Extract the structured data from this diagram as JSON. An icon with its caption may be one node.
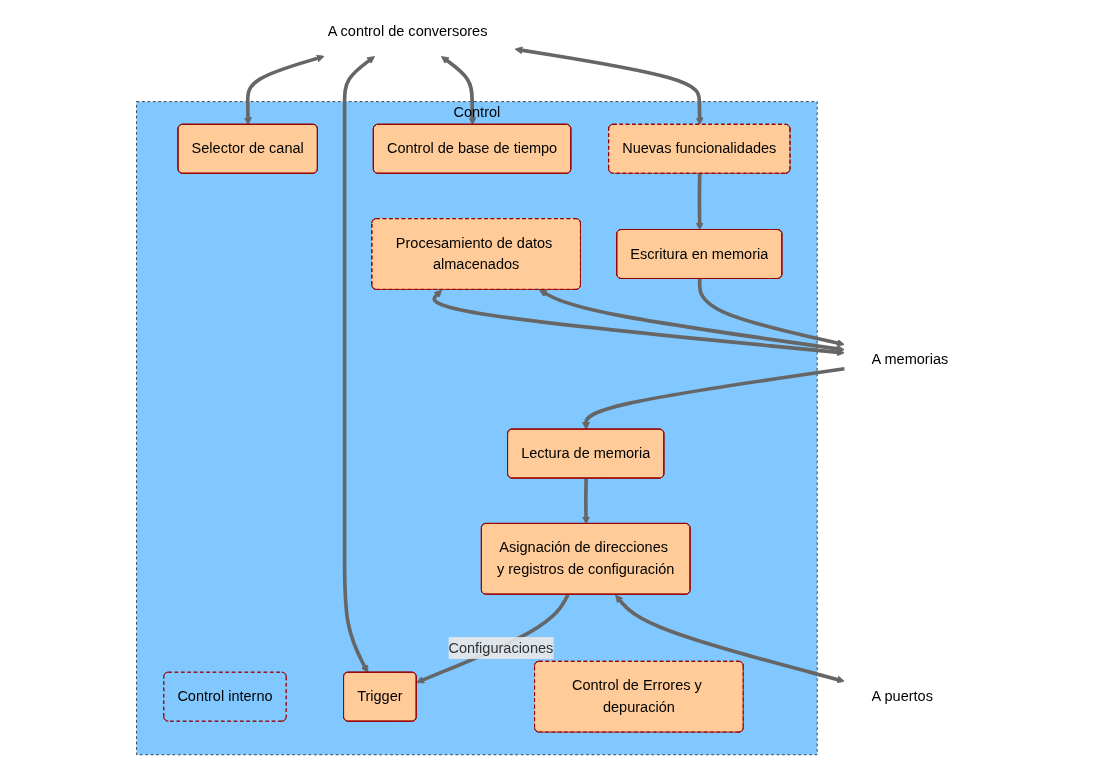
{
  "diagram": {
    "nodes": [
      {
        "text": [
          "Control"
        ]
      },
      {
        "text": [
          "Control interno"
        ],
        "in": 0
      },
      {
        "text": [
          "Selector de canal"
        ],
        "in": 0
      },
      {
        "text": [
          "Trigger"
        ],
        "in": 0
      },
      {
        "text": [
          "Control de base de tiempo"
        ],
        "in": 0
      },
      {
        "text": [
          "Nuevas funcionalidades"
        ],
        "in": 0
      },
      {
        "text": [
          "Control de Errores y depuración"
        ],
        "in": 0
      },
      {
        "text": [
          "Asignación de direcciones y registros de configuración"
        ],
        "in": 0
      },
      {
        "text": [
          "Escritura en memoria"
        ],
        "in": 0
      },
      {
        "text": [
          "Procesamiento de datos almacenados"
        ],
        "in": 0
      },
      {
        "text": [
          "Lectura de memoria"
        ],
        "in": 0
      },
      {
        "text": [
          "A control de conversores"
        ]
      },
      {
        "text": [
          "A puertos"
        ]
      },
      {
        "text": [
          "A memorias"
        ]
      }
    ],
    "edges": [
      {
        "from": 7,
        "to": 3,
        "arrow": "to",
        "label": "Configuraciones"
      },
      {
        "from": 11,
        "to": 2,
        "arrow": "both"
      },
      {
        "from": 11,
        "to": 3,
        "arrow": "both"
      },
      {
        "from": 11,
        "to": 4,
        "arrow": "both"
      },
      {
        "from": 11,
        "to": 5,
        "arrow": "both"
      },
      {
        "from": 7,
        "to": 12,
        "arrow": "both"
      },
      {
        "from": 5,
        "to": 8,
        "arrow": "to"
      },
      {
        "from": 10,
        "to": 7,
        "arrow": "to"
      },
      {
        "from": 8,
        "to": 13,
        "arrow": "to"
      },
      {
        "from": 9,
        "to": 13,
        "arrow": "both"
      },
      {
        "from": 9,
        "to": 13,
        "arrow": "both"
      },
      {
        "from": 13,
        "to": 10,
        "arrow": "to"
      }
    ]
  }
}
